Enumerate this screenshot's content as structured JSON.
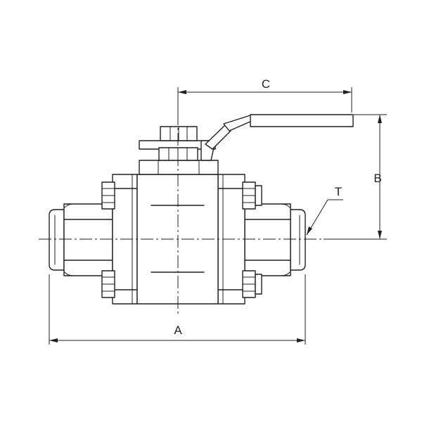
{
  "drawing": {
    "labels": {
      "overall_length": "A",
      "height": "B",
      "handle_length": "C",
      "thread": "T"
    }
  }
}
